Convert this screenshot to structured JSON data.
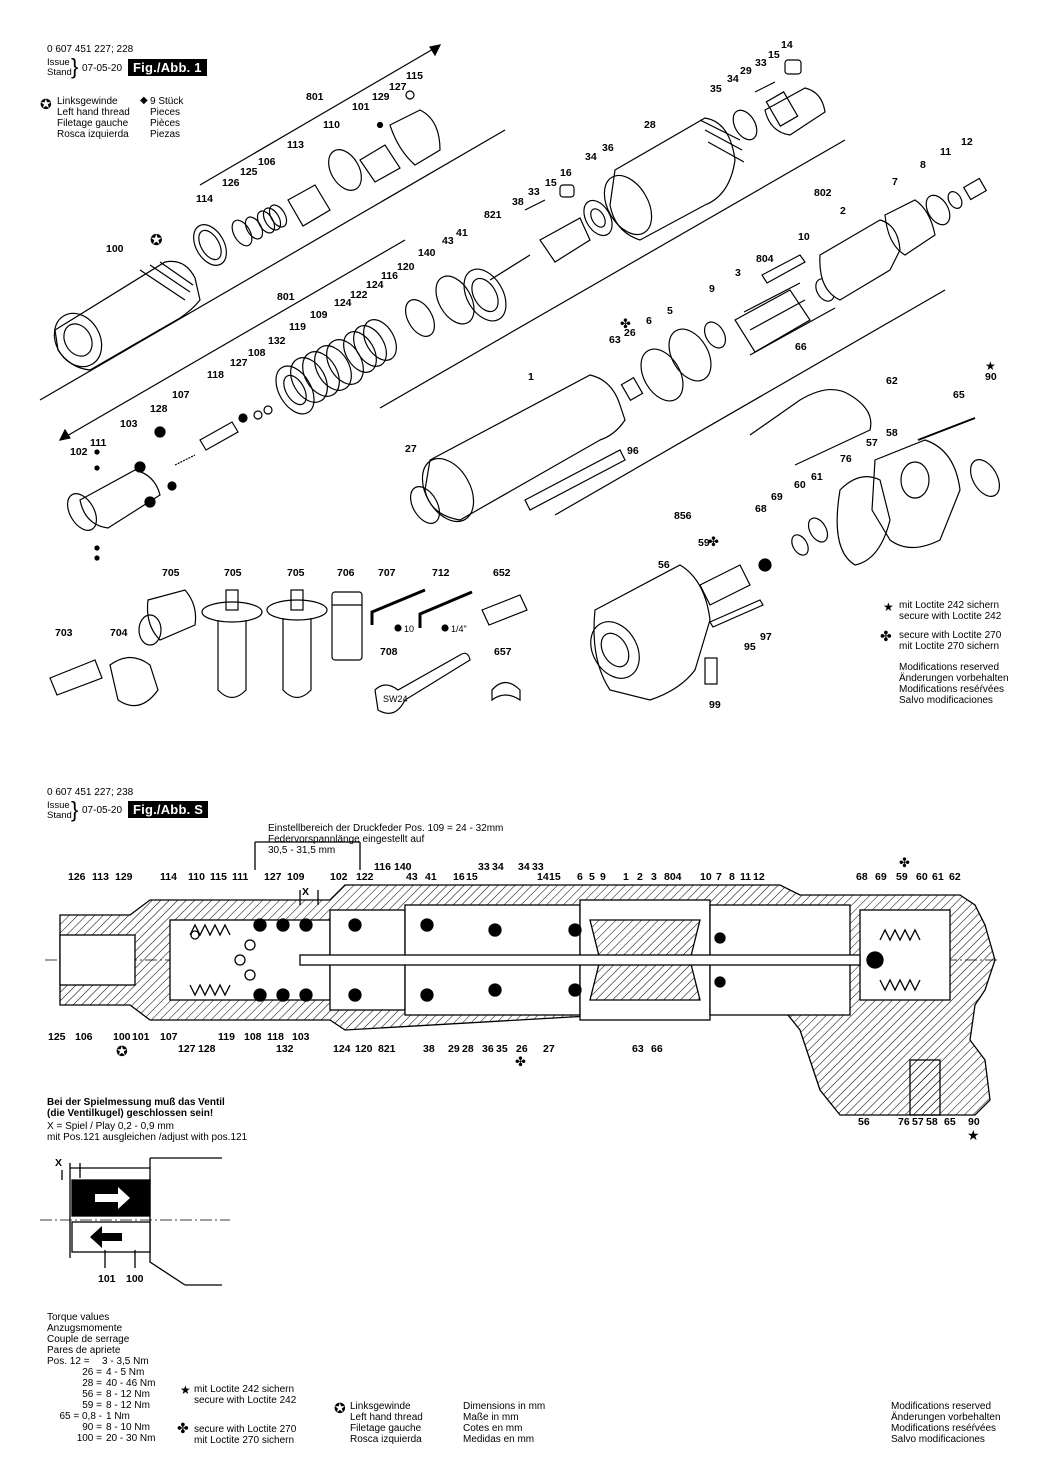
{
  "fig1": {
    "code": "0 607 451 227; 228",
    "issue_label": "Issue",
    "stand_label": "Stand",
    "date": "07-05-20",
    "fig_tag": "Fig./Abb. 1",
    "lh_legend": [
      "Linksgewinde",
      "Left hand thread",
      "Filetage gauche",
      "Rosca izquierda"
    ],
    "pieces_legend": [
      "9 Stück",
      "Pieces",
      "Pièces",
      "Piezas"
    ],
    "loctite242": [
      "mit Loctite 242 sichern",
      "secure with Loctite 242"
    ],
    "loctite270": [
      "secure with Loctite 270",
      "mit Loctite 270 sichern"
    ],
    "modifications": [
      "Modifications reserved",
      "Änderungen vorbehalten",
      "Modifications reséŕvées",
      "Salvo modificaciones"
    ],
    "labels": [
      "14",
      "15",
      "33",
      "29",
      "34",
      "35",
      "115",
      "127",
      "129",
      "801",
      "101",
      "110",
      "113",
      "106",
      "125",
      "126",
      "114",
      "100",
      "28",
      "34",
      "36",
      "16",
      "15",
      "33",
      "38",
      "821",
      "41",
      "43",
      "140",
      "120",
      "116",
      "124",
      "122",
      "124",
      "801",
      "109",
      "119",
      "132",
      "108",
      "127",
      "118",
      "107",
      "128",
      "103",
      "111",
      "102",
      "12",
      "11",
      "8",
      "7",
      "802",
      "2",
      "10",
      "804",
      "3",
      "9",
      "5",
      "6",
      "26",
      "63",
      "66",
      "1",
      "27",
      "96",
      "62",
      "90",
      "65",
      "58",
      "57",
      "76",
      "61",
      "60",
      "69",
      "68",
      "856",
      "59",
      "56",
      "97",
      "95",
      "99",
      "705",
      "705",
      "705",
      "706",
      "707",
      "712",
      "652",
      "703",
      "704",
      "708",
      "657",
      "10",
      "1/4\"",
      "SW24"
    ]
  },
  "figS": {
    "code": "0 607 451 227; 238",
    "issue_label": "Issue",
    "stand_label": "Stand",
    "date": "07-05-20",
    "fig_tag": "Fig./Abb. S",
    "spring_note": [
      "Einstellbereich der Druckfeder Pos. 109 = 24 - 32mm",
      "Federvorspannlänge eingestellt auf",
      "30,5 - 31,5 mm"
    ],
    "top_labels": [
      "126",
      "113",
      "129",
      "114",
      "110",
      "115",
      "111",
      "127",
      "109",
      "102",
      "122",
      "116",
      "140",
      "43",
      "41",
      "16",
      "15",
      "33",
      "34",
      "34",
      "33",
      "14",
      "15",
      "6",
      "5",
      "9",
      "1",
      "2",
      "3",
      "804",
      "10",
      "7",
      "8",
      "11",
      "12",
      "68",
      "69",
      "59",
      "60",
      "61",
      "62",
      "X"
    ],
    "bottom_labels": [
      "125",
      "106",
      "100",
      "101",
      "107",
      "127",
      "128",
      "119",
      "108",
      "118",
      "103",
      "132",
      "124",
      "120",
      "821",
      "38",
      "29",
      "28",
      "36",
      "35",
      "26",
      "27",
      "63",
      "66",
      "56",
      "76",
      "57",
      "58",
      "65",
      "90"
    ],
    "play_note": [
      "Bei der Spielmessung muß das Ventil",
      "(die Ventilkugel) geschlossen sein!"
    ],
    "play_x": "X = Spiel / Play 0,2 - 0,9 mm",
    "play_adjust": "mit Pos.121 ausgleichen /adjust with pos.121",
    "detail_labels": [
      "X",
      "101",
      "100"
    ]
  },
  "torque": {
    "header": [
      "Torque values",
      "Anzugsmomente",
      "Couple de serrage",
      "Pares de apriete"
    ],
    "rows": [
      [
        "Pos. 12 =",
        "3 - 3,5 Nm"
      ],
      [
        "26 =",
        "4 - 5 Nm"
      ],
      [
        "28 =",
        "40 - 46 Nm"
      ],
      [
        "56 =",
        "8 - 12 Nm"
      ],
      [
        "59 =",
        "8 - 12 Nm"
      ],
      [
        "65 = 0,8 -",
        "1 Nm"
      ],
      [
        "90 =",
        "8 - 10 Nm"
      ],
      [
        "100 =",
        "20 - 30 Nm"
      ]
    ]
  },
  "footer": {
    "loctite242": [
      "mit Loctite 242 sichern",
      "secure with Loctite 242"
    ],
    "loctite270": [
      "secure with Loctite 270",
      "mit Loctite 270 sichern"
    ],
    "lh": [
      "Linksgewinde",
      "Left hand thread",
      "Filetage gauche",
      "Rosca izquierda"
    ],
    "dims": [
      "Dimensions in mm",
      "Maße in mm",
      "Cotes en mm",
      "Medidas en mm"
    ],
    "modifications": [
      "Modifications reserved",
      "Änderungen vorbehalten",
      "Modifications reséŕvées",
      "Salvo modificaciones"
    ]
  }
}
